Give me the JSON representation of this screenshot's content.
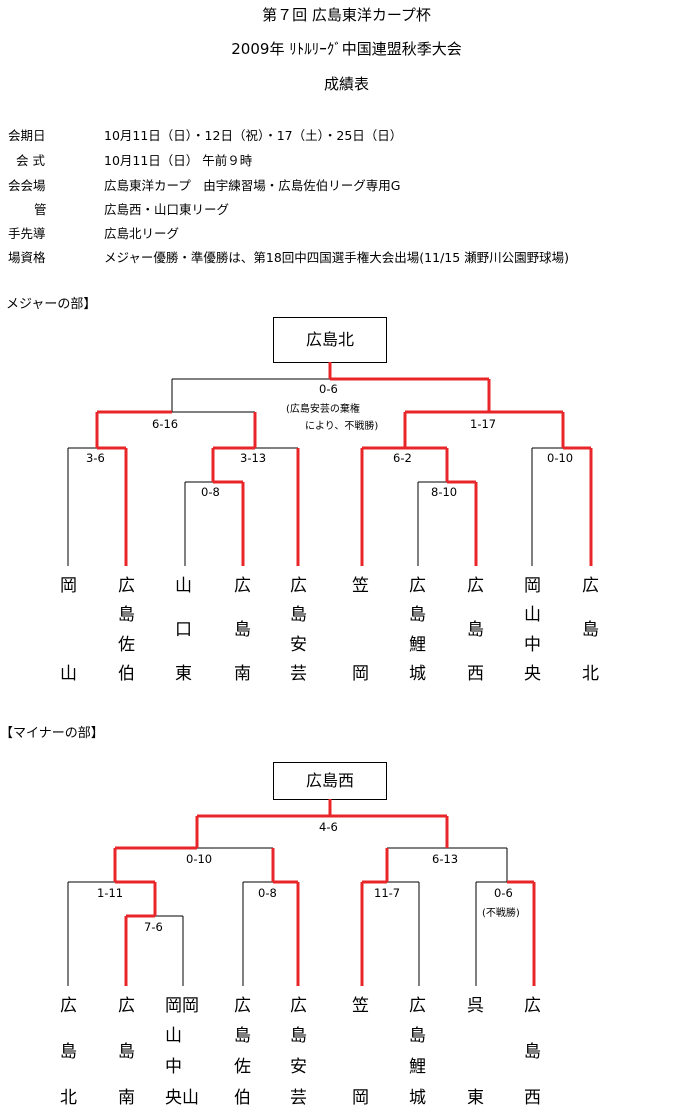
{
  "header": {
    "line1": "第７回 広島東洋カープ杯",
    "line2": "2009年 ﾘﾄﾙﾘｰｸﾞ中国連盟秋季大会",
    "line3": "成績表"
  },
  "info": [
    {
      "label": "会期日",
      "value": "10月11日（日）・12日（祝）・17（土）・25日（日）"
    },
    {
      "label": "会 式",
      "value": "10月11日（日） 午前９時"
    },
    {
      "label": "会会場",
      "value": "広島東洋カープ　由宇練習場・広島佐伯リーグ専用G"
    },
    {
      "label": "管",
      "value": "広島西・山口東リーグ"
    },
    {
      "label": "手先導",
      "value": "広島北リーグ"
    },
    {
      "label": "場資格",
      "value": "メジャー優勝・準優勝は、第18回中四国選手権大会出場(11/15 瀬野川公園野球場)"
    }
  ],
  "major": {
    "heading": "メジャーの部】",
    "champion": "広島北",
    "scores": {
      "final": "0-6",
      "final_note1": "(広島安芸の棄権",
      "final_note2": "により、不戦勝)",
      "semi_left": "6-16",
      "semi_right": "1-17",
      "q1": "3-6",
      "q2": "3-13",
      "q2b": "0-8",
      "q3": "6-2",
      "q3b": "8-10",
      "q4": "0-10"
    },
    "teams": [
      {
        "top": "岡",
        "mid": [
          "",
          ""
        ],
        "bottom": "山"
      },
      {
        "top": "広",
        "mid": [
          "島",
          "佐"
        ],
        "bottom": "伯"
      },
      {
        "top": "山",
        "mid": [
          "口",
          ""
        ],
        "bottom": "東"
      },
      {
        "top": "広",
        "mid": [
          "島",
          ""
        ],
        "bottom": "南"
      },
      {
        "top": "広",
        "mid": [
          "島",
          "安"
        ],
        "bottom": "芸"
      },
      {
        "top": "笠",
        "mid": [
          "",
          ""
        ],
        "bottom": "岡"
      },
      {
        "top": "広",
        "mid": [
          "島",
          "鯉"
        ],
        "bottom": "城"
      },
      {
        "top": "広",
        "mid": [
          "島",
          ""
        ],
        "bottom": "西"
      },
      {
        "top": "岡",
        "mid": [
          "山",
          "中"
        ],
        "bottom": "央"
      },
      {
        "top": "広",
        "mid": [
          "島",
          ""
        ],
        "bottom": "北"
      }
    ]
  },
  "minor": {
    "heading": "【マイナーの部】",
    "champion": "広島西",
    "scores": {
      "final": "4-6",
      "semi_left": "0-10",
      "semi_right": "6-13",
      "q1": "1-11",
      "q1b": "7-6",
      "q2": "0-8",
      "q3": "11-7",
      "q4": "0-6",
      "q4_note": "(不戦勝)"
    },
    "teams": [
      {
        "top": "広",
        "mid": [
          "島",
          ""
        ],
        "bottom": "北"
      },
      {
        "top": "広",
        "mid": [
          "島",
          ""
        ],
        "bottom": "南"
      },
      {
        "top": "岡岡",
        "mid": [
          "山",
          "中"
        ],
        "bottom": "央山"
      },
      {
        "top": "広",
        "mid": [
          "島",
          "佐"
        ],
        "bottom": "伯"
      },
      {
        "top": "広",
        "mid": [
          "島",
          "安"
        ],
        "bottom": "芸"
      },
      {
        "top": "笠",
        "mid": [
          "",
          ""
        ],
        "bottom": "岡"
      },
      {
        "top": "広",
        "mid": [
          "島",
          "鯉"
        ],
        "bottom": "城"
      },
      {
        "top": "呉",
        "mid": [
          "",
          ""
        ],
        "bottom": "東"
      },
      {
        "top": "広",
        "mid": [
          "島",
          ""
        ],
        "bottom": "西"
      }
    ]
  },
  "colors": {
    "winner_line": "#e8262a",
    "loser_line": "#000000"
  }
}
